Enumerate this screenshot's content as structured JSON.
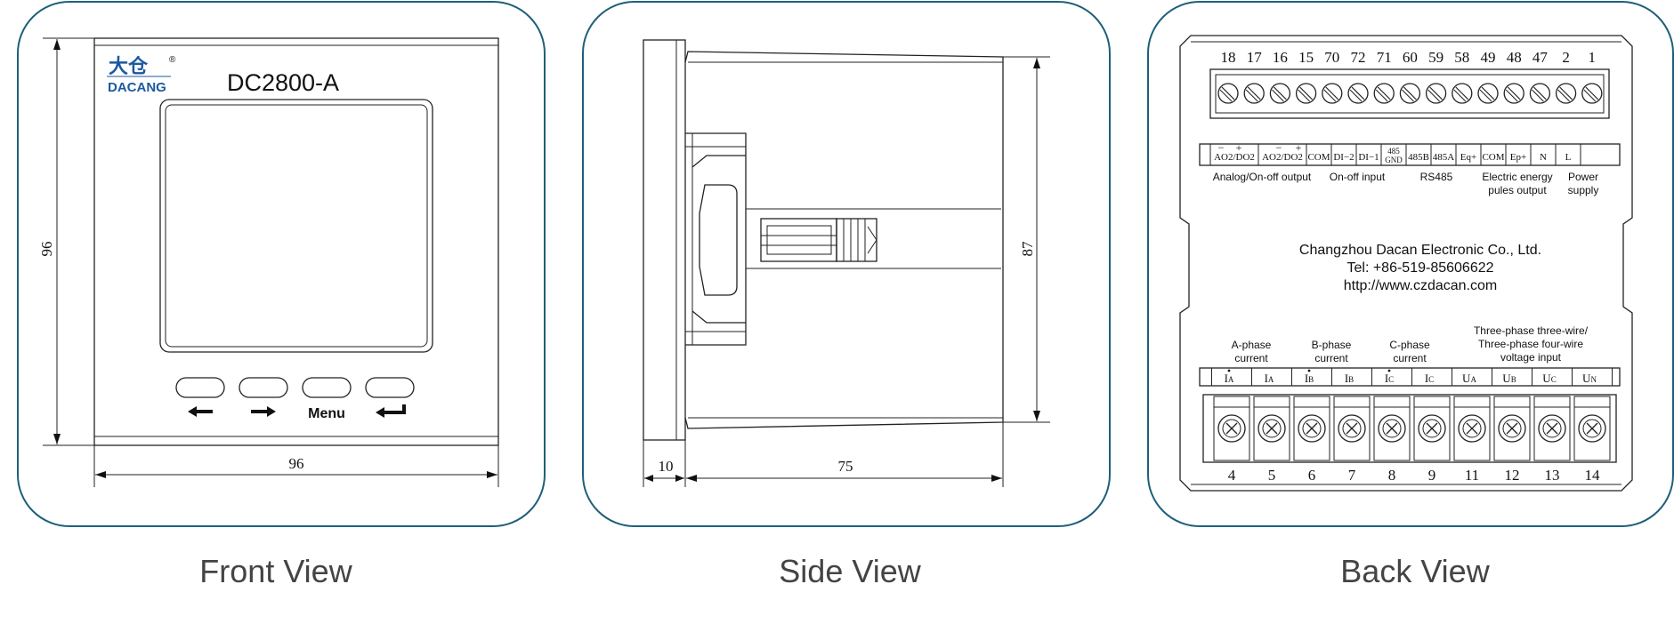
{
  "captions": {
    "front": "Front View",
    "side": "Side View",
    "back": "Back View"
  },
  "front": {
    "logo_cn": "大仓",
    "logo_reg": "®",
    "logo_en": "DACANG",
    "model": "DC2800-A",
    "dim_height": "96",
    "dim_width": "96",
    "menu_label": "Menu"
  },
  "side": {
    "dim_height": "87",
    "dim_left": "10",
    "dim_depth": "75"
  },
  "back": {
    "top_terminals": [
      "18",
      "17",
      "16",
      "15",
      "70",
      "72",
      "71",
      "60",
      "59",
      "58",
      "49",
      "48",
      "47",
      "2",
      "1"
    ],
    "top_labels": [
      "AO2/DO2",
      "AO2/DO2",
      "COM",
      "DI−2",
      "DI−1",
      "485 GND",
      "485B",
      "485A",
      "Eq+",
      "COM",
      "Ep+",
      "N",
      "L"
    ],
    "pm_sign1": "−",
    "pm_sign2": "+",
    "groups_top": [
      {
        "lines": [
          "Analog/On-off output"
        ]
      },
      {
        "lines": [
          "On-off input"
        ]
      },
      {
        "lines": [
          "RS485"
        ]
      },
      {
        "lines": [
          "Electric energy",
          "pules output"
        ]
      },
      {
        "lines": [
          "Power",
          "supply"
        ]
      }
    ],
    "company": "Changzhou Dacan Electronic Co., Ltd.",
    "tel": "Tel: +86-519-85606622",
    "url": "http://www.czdacan.com",
    "groups_bottom": [
      {
        "lines": [
          "A-phase",
          "current"
        ]
      },
      {
        "lines": [
          "B-phase",
          "current"
        ]
      },
      {
        "lines": [
          "C-phase",
          "current"
        ]
      },
      {
        "lines": [
          "Three-phase three-wire/",
          "Three-phase four-wire",
          "voltage input"
        ]
      }
    ],
    "bottom_labels": [
      "I*A",
      "IA",
      "I*B",
      "IB",
      "I*C",
      "IC",
      "UA",
      "UB",
      "UC",
      "UN"
    ],
    "bottom_terminals": [
      "4",
      "5",
      "6",
      "7",
      "8",
      "9",
      "11",
      "12",
      "13",
      "14"
    ]
  }
}
